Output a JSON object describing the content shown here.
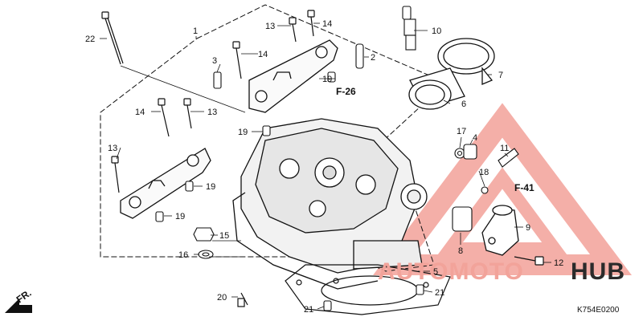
{
  "diagram": {
    "part_labels": [
      "1",
      "2",
      "3",
      "4",
      "5",
      "6",
      "7",
      "8",
      "9",
      "10",
      "11",
      "12",
      "13",
      "13",
      "13",
      "14",
      "14",
      "14",
      "15",
      "16",
      "17",
      "18",
      "19",
      "19",
      "19",
      "19",
      "20",
      "21",
      "21",
      "22"
    ],
    "references": [
      "F-26",
      "F-41"
    ],
    "direction_label": "FR.",
    "drawing_code": "K754E0200"
  },
  "watermark": {
    "brand_part1": "AUTOMOTO",
    "brand_part2": "HUB",
    "color_part1": "#f2a39a",
    "color_part2": "#2b2b2b",
    "logo_color": "#f3a29a"
  }
}
